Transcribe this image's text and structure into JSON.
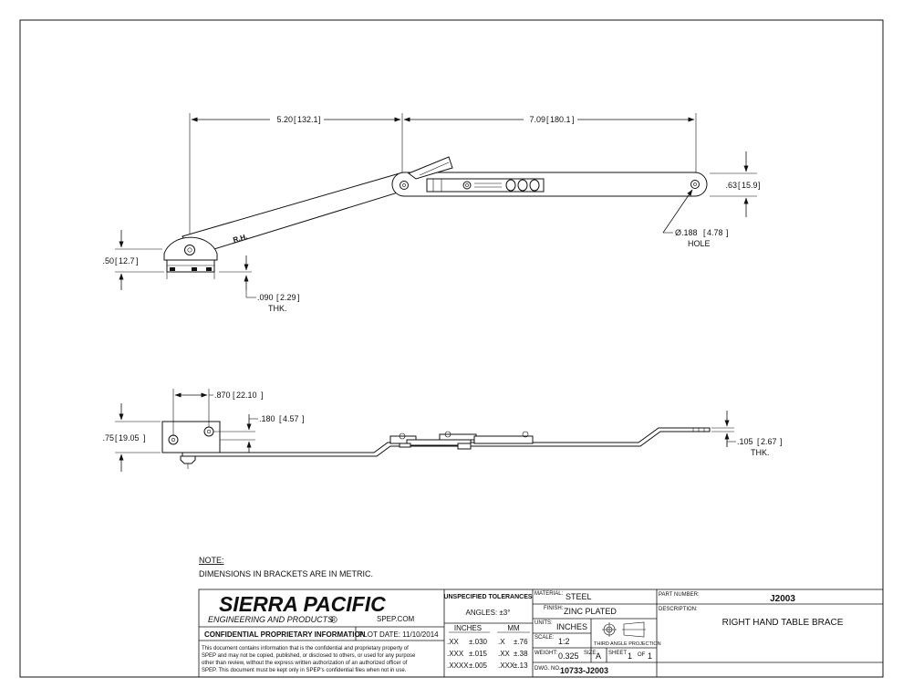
{
  "top_view": {
    "dim_left_span": [
      "5.20",
      "132.1"
    ],
    "dim_right_span": [
      "7.09",
      "180.1"
    ],
    "dim_end_width": [
      ".63",
      "15.9"
    ],
    "hole_dim": [
      "Ø.188",
      "4.78"
    ],
    "hole_label": "HOLE",
    "base_height": [
      ".50",
      "12.7"
    ],
    "thickness": [
      ".090",
      "2.29"
    ],
    "thickness_label": "THK.",
    "arm_marking": "R.H."
  },
  "side_view": {
    "block_width": [
      ".870",
      "22.10"
    ],
    "hole_offset": [
      ".180",
      "4.57"
    ],
    "block_height": [
      ".75",
      "19.05"
    ],
    "end_thickness": [
      ".105",
      "2.67"
    ],
    "thickness_label": "THK."
  },
  "note": {
    "heading": "NOTE:",
    "text": "DIMENSIONS IN BRACKETS ARE IN METRIC."
  },
  "title_block": {
    "company": "SIERRA PACIFIC",
    "company_sub": "ENGINEERING AND PRODUCTS",
    "registered": "R",
    "website": "SPEP.COM",
    "confidential_heading": "CONFIDENTIAL PROPRIETARY INFORMATION",
    "plot_date": "PLOT DATE: 11/10/2014",
    "disclaimer": [
      "This document contains information that is the confidential and proprietary property of",
      "SPEP and may not be copied, published, or disclosed to others, or used for any purpose",
      "other than review, without the express written authorization of an authorized officer of",
      "SPEP. This document must be kept only in SPEP's confidential files when not in use."
    ],
    "tolerances_heading": "UNSPECIFIED TOLERANCES",
    "angles": "ANGLES: ±3°",
    "inches_heading": "INCHES",
    "mm_heading": "MM",
    "inch_tolerances": [
      [
        ".XX",
        "±.030"
      ],
      [
        ".XXX",
        "±.015"
      ],
      [
        ".XXXX",
        "±.005"
      ]
    ],
    "mm_tolerances": [
      [
        ".X",
        "±.76"
      ],
      [
        ".XX",
        "±.38"
      ],
      [
        ".XXX",
        "±.13"
      ]
    ],
    "material_label": "MATERIAL:",
    "material": "STEEL",
    "finish_label": "FINISH:",
    "finish": "ZINC PLATED",
    "units_label": "UNITS:",
    "units": "INCHES",
    "projection_label": "THIRD ANGLE PROJECTION",
    "scale_label": "SCALE:",
    "scale": "1:2",
    "weight_label": "WEIGHT:",
    "weight": "0.325",
    "size_label": "SIZE:",
    "size": "A",
    "sheet_label": "SHEET",
    "sheet": "1",
    "of_label": "OF",
    "sheet_total": "1",
    "dwg_label": "DWG. NO.",
    "dwg_no": "10733-J2003",
    "part_number_label": "PART NUMBER:",
    "part_number": "J2003",
    "description_label": "DESCRIPTION:",
    "description": "RIGHT HAND TABLE BRACE"
  }
}
